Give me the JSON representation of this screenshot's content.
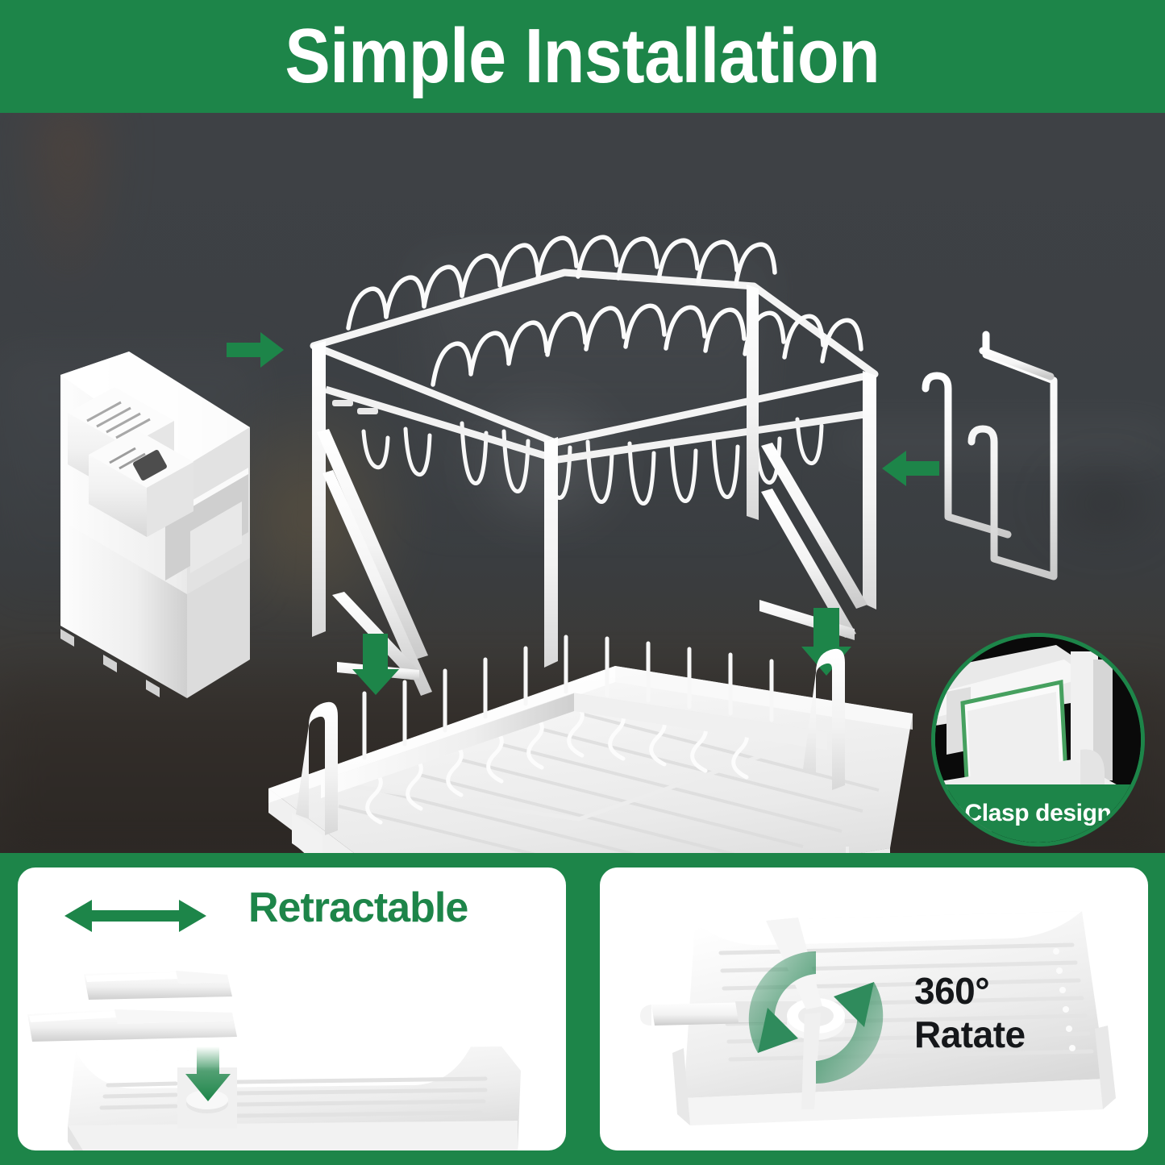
{
  "header": {
    "title": "Simple Installation",
    "background_color": "#1d8549",
    "text_color": "#ffffff"
  },
  "hero": {
    "background_description": "blurred dark gray kitchen scene",
    "parts": [
      {
        "name": "utensil-caddy-knife-block",
        "label": ""
      },
      {
        "name": "upper-tier-dish-rack",
        "label": ""
      },
      {
        "name": "side-hooks",
        "label": ""
      },
      {
        "name": "lower-basket-and-drainboard-tray",
        "label": ""
      }
    ],
    "arrows": [
      {
        "name": "arrow-right-caddy",
        "direction": "right",
        "color": "#1d8549"
      },
      {
        "name": "arrow-left-hooks",
        "direction": "left",
        "color": "#1d8549"
      },
      {
        "name": "arrow-down-left-rack",
        "direction": "down",
        "color": "#1d8549"
      },
      {
        "name": "arrow-down-right-rack",
        "direction": "down",
        "color": "#1d8549"
      }
    ]
  },
  "clasp_inset": {
    "caption": "Clasp design",
    "ring_color": "#1d8549",
    "caption_color": "#ffffff"
  },
  "panels": {
    "left": {
      "feature_label": "Retractable",
      "label_color": "#1d8549",
      "arrow": {
        "name": "double-headed-horizontal-arrow",
        "color": "#1d8549"
      },
      "drop_arrow": {
        "name": "arrow-down-icon",
        "color": "#1d8549"
      }
    },
    "right": {
      "feature_line_1": "360°",
      "feature_line_2": "Ratate",
      "label_color": "#15171a",
      "arrow": {
        "name": "circular-rotate-arrow-icon",
        "color": "#2f8b5c"
      }
    }
  },
  "colors": {
    "brand_green": "#1d8549",
    "panel_white": "#ffffff",
    "scene_dark": "#3c4044",
    "counter_dark": "#2f2b28"
  }
}
